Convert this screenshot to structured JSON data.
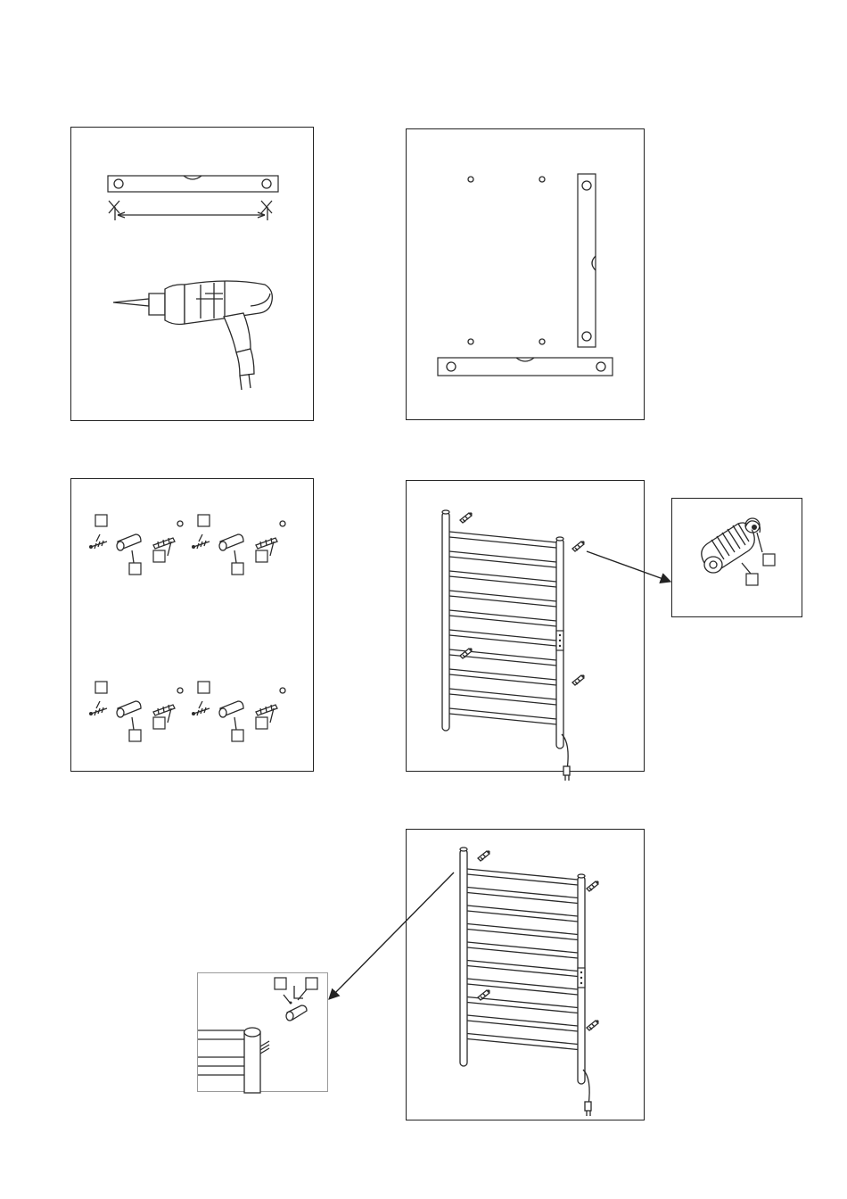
{
  "page": {
    "description_visible_text": ""
  },
  "steps": [
    {
      "id": "step-1",
      "callouts": []
    },
    {
      "id": "step-2",
      "callouts": []
    },
    {
      "id": "step-3",
      "callouts": [
        "",
        "",
        "",
        "",
        "",
        "",
        "",
        "",
        "",
        "",
        "",
        "",
        "",
        "",
        "",
        ""
      ]
    },
    {
      "id": "step-4",
      "callouts": [
        "",
        ""
      ]
    },
    {
      "id": "step-5",
      "callouts": [
        "",
        ""
      ]
    }
  ]
}
